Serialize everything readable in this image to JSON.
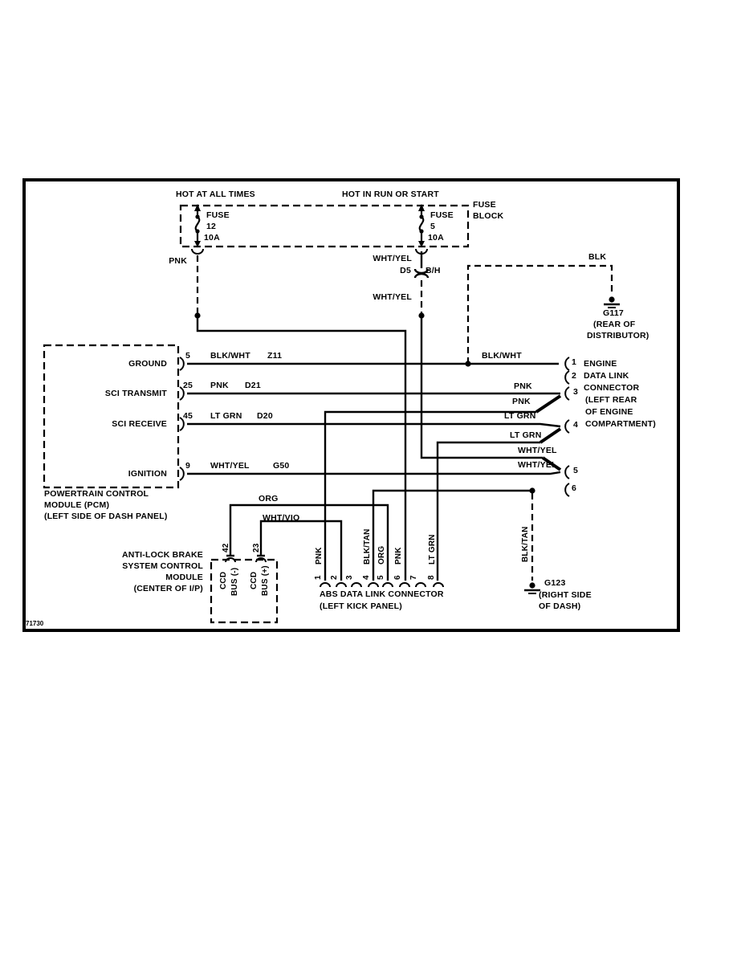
{
  "figure_number": "71730",
  "colors": {
    "line": "#000000",
    "background": "#ffffff"
  },
  "fuse_block": {
    "label": [
      "FUSE",
      "BLOCK"
    ],
    "bus_left": "HOT AT ALL TIMES",
    "bus_right": "HOT IN RUN OR START",
    "fuses": [
      {
        "name": "FUSE",
        "number": "12",
        "rating": "10A"
      },
      {
        "name": "FUSE",
        "number": "5",
        "rating": "10A"
      }
    ]
  },
  "wires": {
    "pnk_fuse": "PNK",
    "whtyel_fuse_upper": "WHT/YEL",
    "whtyel_fuse_lower": "WHT/YEL",
    "inline_connector": {
      "left": "D5",
      "right": "B/H"
    },
    "blk_g117": "BLK",
    "blkwht_right": "BLK/WHT",
    "pnk_dlc_top": "PNK",
    "pnk_dlc_bottom": "PNK",
    "ltgrn_dlc_top": "LT GRN",
    "ltgrn_dlc_bottom": "LT GRN",
    "whtyel_dlc_top": "WHT/YEL",
    "whtyel_dlc_bottom": "WHT/YEL",
    "org": "ORG",
    "whtvio": "WHT/VIO",
    "blktan_g123": "BLK/TAN"
  },
  "grounds": {
    "g117": {
      "name": "G117",
      "location": [
        "(REAR OF",
        "DISTRIBUTOR)"
      ]
    },
    "g123": {
      "name": "G123",
      "location": [
        "(RIGHT SIDE",
        "OF DASH)"
      ]
    }
  },
  "pcm": {
    "caption": [
      "POWERTRAIN CONTROL",
      "MODULE (PCM)",
      "(LEFT SIDE OF DASH PANEL)"
    ],
    "pins": [
      {
        "label": "GROUND",
        "pin": "5",
        "wire": "BLK/WHT",
        "circuit": "Z11"
      },
      {
        "label": "SCI TRANSMIT",
        "pin": "25",
        "wire": "PNK",
        "circuit": "D21"
      },
      {
        "label": "SCI RECEIVE",
        "pin": "45",
        "wire": "LT GRN",
        "circuit": "D20"
      },
      {
        "label": "IGNITION",
        "pin": "9",
        "wire": "WHT/YEL",
        "circuit": "G50"
      }
    ]
  },
  "engine_dlc": {
    "caption": [
      "ENGINE",
      "DATA LINK",
      "CONNECTOR",
      "(LEFT REAR",
      "OF ENGINE",
      "COMPARTMENT)"
    ],
    "pins": [
      "1",
      "2",
      "3",
      "4",
      "5",
      "6"
    ]
  },
  "abs_module": {
    "caption": [
      "ANTI-LOCK BRAKE",
      "SYSTEM CONTROL",
      "MODULE",
      "(CENTER OF I/P)"
    ],
    "pins": [
      {
        "number": "42",
        "label_line1": "CCD",
        "label_line2": "BUS (-)"
      },
      {
        "number": "23",
        "label_line1": "CCD",
        "label_line2": "BUS (+)"
      }
    ]
  },
  "abs_dlc": {
    "caption": [
      "ABS DATA LINK CONNECTOR",
      "(LEFT KICK PANEL)"
    ],
    "pin_numbers": [
      "1",
      "2",
      "3",
      "4",
      "5",
      "6",
      "7",
      "8"
    ],
    "wire_labels": {
      "pin1": "PNK",
      "pin4": "BLK/TAN",
      "pin5": "ORG",
      "pin6": "PNK",
      "pin8": "LT GRN"
    }
  }
}
